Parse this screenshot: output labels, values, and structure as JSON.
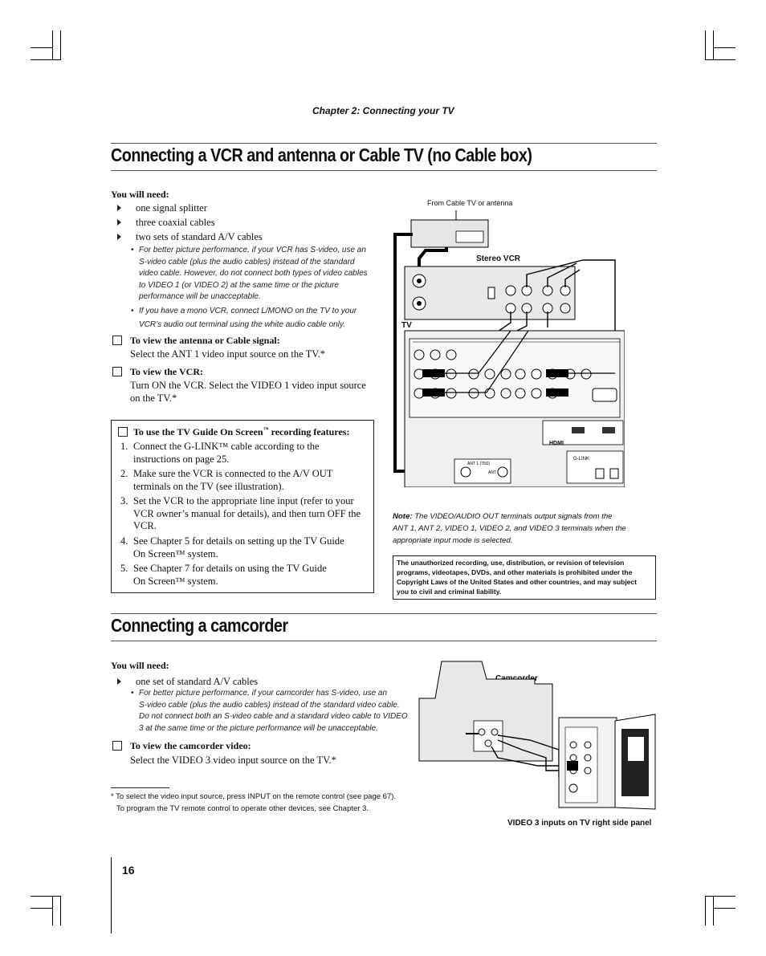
{
  "header": {
    "chapter": "Chapter 2: Connecting your TV"
  },
  "section1": {
    "title": "Connecting a VCR and antenna or Cable TV (no Cable box)",
    "you_will_need": "You will need:",
    "items": [
      "one signal splitter",
      "three coaxial cables",
      "two sets of standard A/V cables"
    ],
    "notes": [
      [
        "For better picture performance, if your VCR has S-video, use an",
        "S-video cable (plus the audio cables) instead of the standard",
        "video cable. However, do not connect both types of video cables",
        "to VIDEO 1 (or VIDEO 2) at the same time or the picture",
        "performance will be unacceptable."
      ],
      [
        "If you have a mono VCR, connect L/MONO on the TV to your",
        "VCR’s audio out terminal using the white audio cable only."
      ]
    ],
    "task1_title": "To view the antenna or Cable signal:",
    "task1_body": "Select the ANT 1 video input source on the TV.*",
    "task2_title": "To view the VCR:",
    "task2_body": [
      "Turn ON the VCR. Select the VIDEO 1 video input source",
      "on the TV.*"
    ],
    "guide": {
      "title_a": "To use the TV Guide On Screen",
      "title_tm": "™",
      "title_b": " recording features:",
      "steps": [
        {
          "n": "1.",
          "lines": [
            "Connect the G-LINK™ cable according to the",
            "instructions on page 25."
          ]
        },
        {
          "n": "2.",
          "lines": [
            "Make sure the VCR is connected to the A/V OUT",
            "terminals on the TV (see illustration)."
          ]
        },
        {
          "n": "3.",
          "lines": [
            "Set the VCR to the appropriate line input (refer to your",
            "VCR owner’s manual for details), and then turn OFF the",
            "VCR."
          ]
        },
        {
          "n": "4.",
          "lines": [
            "See Chapter 5 for details on setting up the TV Guide",
            "On Screen™ system."
          ]
        },
        {
          "n": "5.",
          "lines": [
            "See Chapter 7 for details on using the TV Guide",
            "On Screen™ system."
          ]
        }
      ]
    },
    "diagram": {
      "from_label": "From Cable TV or antenna",
      "vcr_label": "Stereo VCR",
      "tv_label": "TV",
      "hdmi_label": "HDMI",
      "glink_label": "G-LINK",
      "ant_label": "ANT 1 (75Ω)",
      "ant2_label": "ANT 2"
    },
    "note_label": "Note:",
    "note_text": [
      "The VIDEO/AUDIO OUT terminals output signals from the",
      "ANT 1, ANT 2, VIDEO 1, VIDEO 2, and VIDEO 3 terminals when the",
      "appropriate input mode is selected."
    ],
    "legal": [
      "The unauthorized recording, use, distribution, or revision of television",
      "programs, videotapes, DVDs, and other materials is prohibited under the",
      "Copyright Laws of the United States and other countries, and may subject",
      "you to civil and criminal liability."
    ]
  },
  "section2": {
    "title": "Connecting a camcorder",
    "you_will_need": "You will need:",
    "items": [
      "one set of standard A/V cables"
    ],
    "note": [
      "For better picture performance, if your camcorder has S-video, use an",
      "S-video cable (plus the audio cables) instead of the standard video cable.",
      "Do not connect both an S-video cable and a standard video cable to VIDEO",
      "3 at the same time or the picture performance will be unacceptable."
    ],
    "task_title": "To view the camcorder video:",
    "task_body": "Select the VIDEO 3 video input source on the TV.*",
    "camcorder_label": "Camcorder",
    "caption": "VIDEO 3 inputs on TV right side panel"
  },
  "footnote": [
    "* To select the video input source, press INPUT on the remote control (see page 67).",
    "To program the TV remote control to operate other devices, see Chapter 3."
  ],
  "page_number": "16"
}
